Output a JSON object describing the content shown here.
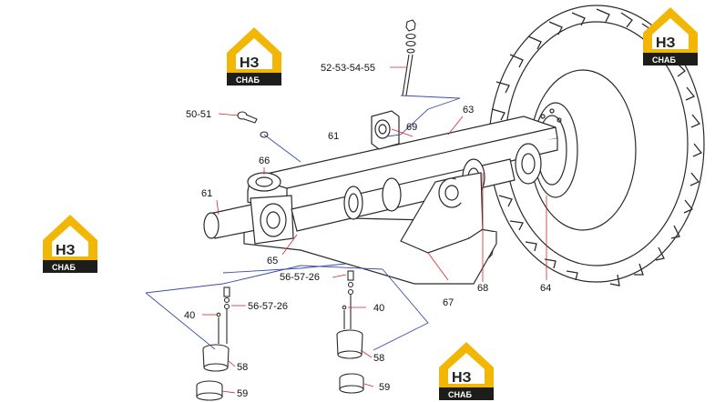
{
  "colors": {
    "line": "#2a2a2a",
    "leader_red": "#d7262a",
    "leader_blue": "#3a4ea8",
    "logo_yellow": "#f2b705",
    "logo_dark": "#1d1d1b"
  },
  "logos": [
    {
      "name": "logo-top-left",
      "text": "НЗ",
      "sub": "СНАБ"
    },
    {
      "name": "logo-top-right",
      "text": "НЗ",
      "sub": "СНАБ"
    },
    {
      "name": "logo-mid-left",
      "text": "НЗ",
      "sub": "СНАБ"
    },
    {
      "name": "logo-bottom",
      "text": "НЗ",
      "sub": "СНАБ"
    }
  ],
  "labels": {
    "l52": "52-53-54-55",
    "l50": "50-51",
    "l63": "63",
    "l69": "69",
    "l61a": "61",
    "l66": "66",
    "l61b": "61",
    "l65": "65",
    "l56a": "56-57-26",
    "l56b": "56-57-26",
    "l40a": "40",
    "l40b": "40",
    "l58a": "58",
    "l58b": "58",
    "l59a": "59",
    "l59b": "59",
    "l67": "67",
    "l68": "68",
    "l64": "64"
  }
}
